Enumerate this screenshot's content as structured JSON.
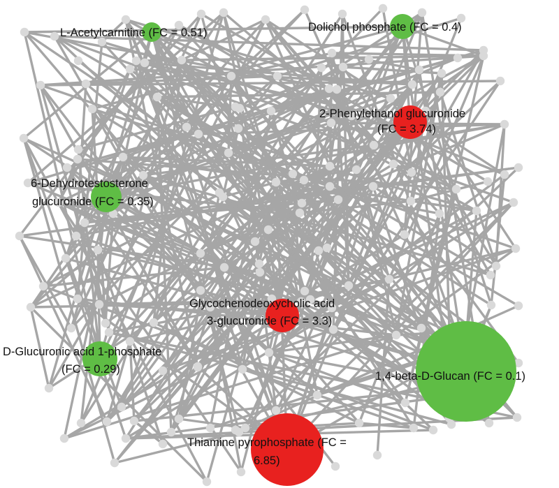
{
  "colors": {
    "edge": "#a6a6a6",
    "node": "#d9d9d9",
    "up_regulated": "#e8211f",
    "down_regulated": "#5fbd45"
  },
  "metabolites": [
    {
      "key": "acetylcarnitine",
      "name": "L-Acetylcarnitine",
      "fc": 0.51,
      "direction": "down",
      "lines": [
        "L-Acetylcarnitine (FC = 0.51)"
      ]
    },
    {
      "key": "dolichol",
      "name": "Dolichol phosphate",
      "fc": 0.4,
      "direction": "down",
      "lines": [
        "Dolichol phosphate (FC = 0.4)"
      ]
    },
    {
      "key": "phenylethanol",
      "name": "2-Phenylethanol glucuronide",
      "fc": 3.74,
      "direction": "up",
      "lines": [
        "2-Phenylethanol glucuronide",
        "(FC = 3.74)"
      ]
    },
    {
      "key": "dehydrotestosterone",
      "name": "6-Dehydrotestosterone glucuronide",
      "fc": 0.35,
      "direction": "down",
      "lines": [
        "6-Dehydrotestosterone",
        "glucuronide (FC = 0.35)"
      ]
    },
    {
      "key": "glycochenodeoxycholic",
      "name": "Glycochenodeoxycholic acid 3-glucuronide",
      "fc": 3.3,
      "direction": "up",
      "lines": [
        "Glycochenodeoxycholic acid",
        "3-glucuronide (FC = 3.3)"
      ]
    },
    {
      "key": "glucuronic",
      "name": "D-Glucuronic acid 1-phosphate",
      "fc": 0.29,
      "direction": "down",
      "lines": [
        "D-Glucuronic acid 1-phosphate",
        "(FC = 0.29)"
      ]
    },
    {
      "key": "glucan",
      "name": "1,4-beta-D-Glucan",
      "fc": 0.1,
      "direction": "down",
      "lines": [
        "1,4-beta-D-Glucan (FC = 0.1)"
      ]
    },
    {
      "key": "thiamine",
      "name": "Thiamine pyrophosphate",
      "fc": 6.85,
      "direction": "up",
      "lines": [
        "Thiamine pyrophosphate (FC =",
        "6.85)"
      ]
    }
  ]
}
